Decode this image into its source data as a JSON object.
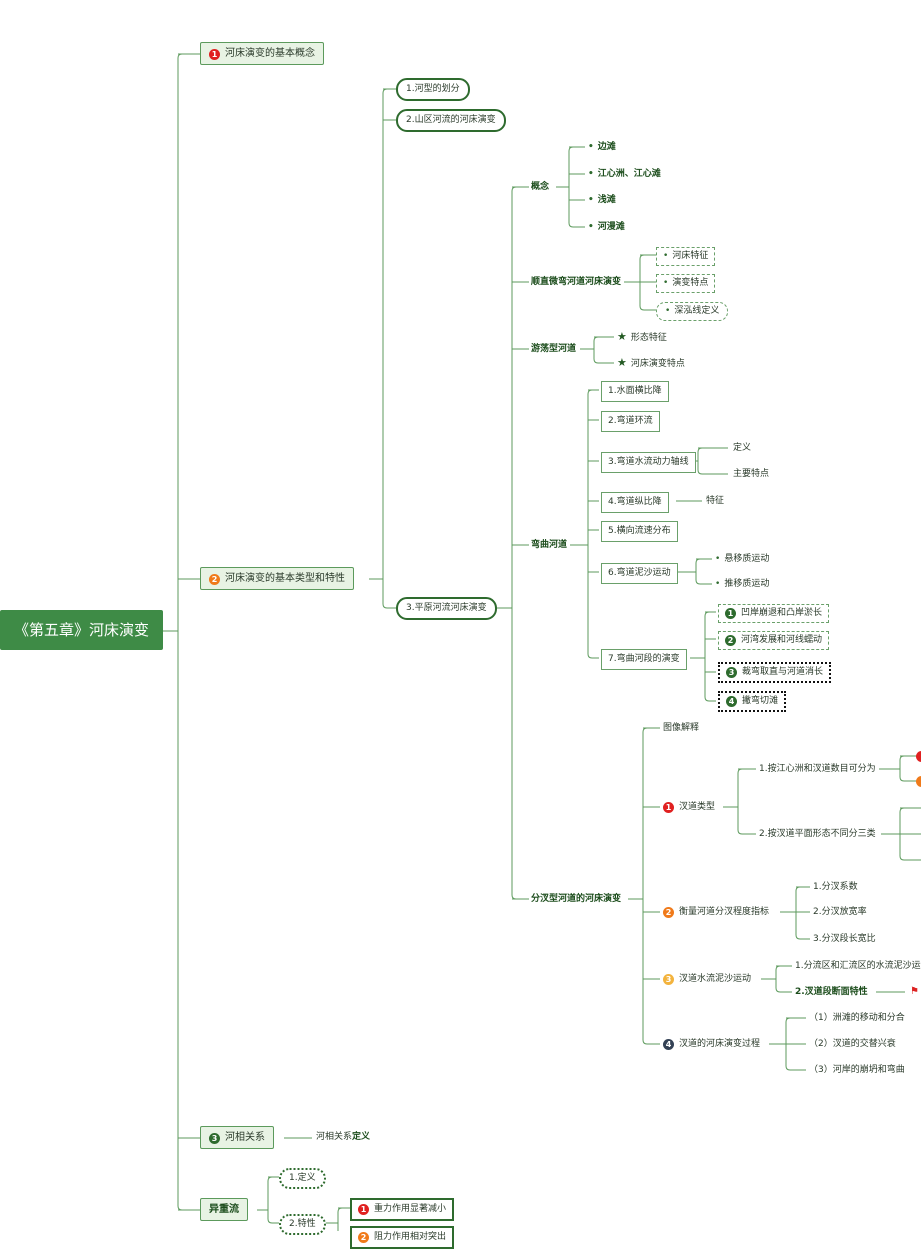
{
  "root": "《第五章》河床演变",
  "colors": {
    "line": "#5c9a5c",
    "root_bg": "#3e8b46",
    "red": "#e02020",
    "orange": "#f07a1a",
    "yellow": "#f3b33d",
    "navy": "#334155",
    "dark_green": "#2e6b2e"
  },
  "l1": {
    "concept": {
      "num": "1",
      "label": "河床演变的基本概念"
    },
    "types": {
      "num": "2",
      "label": "河床演变的基本类型和特性"
    },
    "relation": {
      "num": "3",
      "label": "河相关系",
      "def_prefix": "河相关系",
      "def_bold": "定义"
    },
    "density": {
      "label": "异重流"
    }
  },
  "types": {
    "t1": "1.河型的划分",
    "t2": "2.山区河流的河床演变",
    "t3": "3.平原河流河床演变"
  },
  "plain": {
    "concept": "概念",
    "concept_items": [
      "边滩",
      "江心洲、江心滩",
      "浅滩",
      "河漫滩"
    ],
    "straight": "顺直微弯河道河床演变",
    "straight_items": [
      "河床特征",
      "演变特点",
      "深泓线定义"
    ],
    "wander": "游荡型河道",
    "wander_items": [
      "形态特征",
      "河床演变特点"
    ],
    "meander": "弯曲河道",
    "meander_items": [
      "1.水面横比降",
      "2.弯道环流",
      "3.弯道水流动力轴线",
      "4.弯道纵比降",
      "5.横向流速分布",
      "6.弯道泥沙运动",
      "7.弯曲河段的演变"
    ],
    "axis_items": [
      "定义",
      "主要特点"
    ],
    "slope_item": "特征",
    "sediment_items": [
      "悬移质运动",
      "推移质运动"
    ],
    "evolution_items": [
      {
        "num": "1",
        "label": "凹岸崩退和凸岸淤长"
      },
      {
        "num": "2",
        "label": "河湾发展和河线蠕动"
      },
      {
        "num": "3",
        "label": "裁弯取直与河道消长"
      },
      {
        "num": "4",
        "label": "撇弯切滩"
      }
    ],
    "braided": "分汊型河道的河床演变"
  },
  "braided": {
    "image_note": "图像解释",
    "b1": {
      "num": "1",
      "label": "汊道类型",
      "items": [
        "1.按江心洲和汊道数目可分为",
        "2.按汊道平面形态不同分三类"
      ]
    },
    "b2": {
      "num": "2",
      "label": "衡量河道分汊程度指标",
      "items": [
        "1.分汊系数",
        "2.分汊放宽率",
        "3.分汊段长宽比"
      ]
    },
    "b3": {
      "num": "3",
      "label": "汊道水流泥沙运动",
      "items": [
        "1.分流区和汇流区的水流泥沙运",
        "2.汊道段断面特性"
      ]
    },
    "b4": {
      "num": "4",
      "label": "汊道的河床演变过程",
      "items": [
        "（1）洲滩的移动和分合",
        "（2）汊道的交替兴衰",
        "（3）河岸的崩坍和弯曲"
      ]
    }
  },
  "density": {
    "def": "1.定义",
    "char": "2.特性",
    "char_items": [
      {
        "num": "1",
        "label": "重力作用显著减小"
      },
      {
        "num": "2",
        "label": "阻力作用相对突出"
      }
    ]
  }
}
